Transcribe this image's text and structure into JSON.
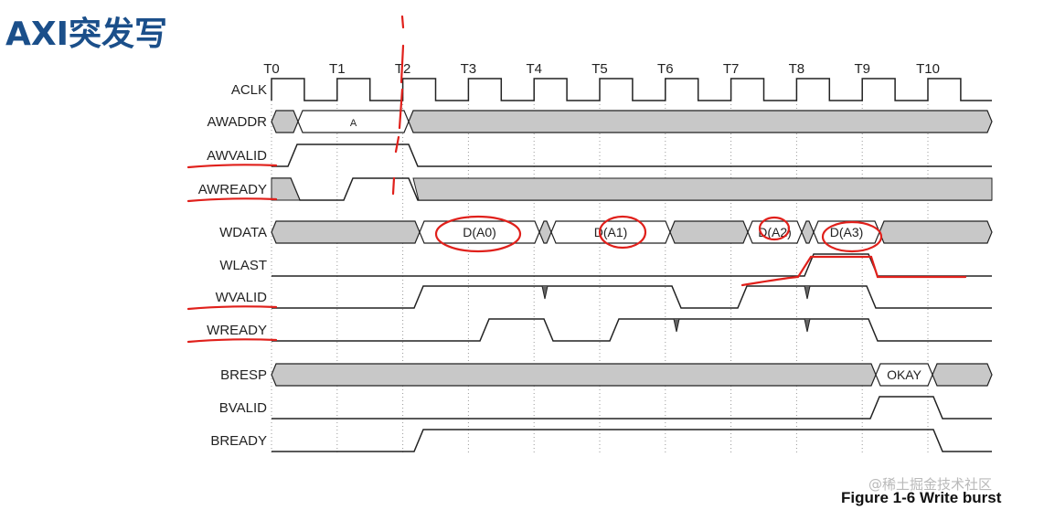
{
  "title": "AXI突发写",
  "caption": "Figure 1-6 Write burst",
  "watermark": "@稀土掘金技术社区",
  "clock_labels": [
    "T0",
    "T1",
    "T2",
    "T3",
    "T4",
    "T5",
    "T6",
    "T7",
    "T8",
    "T9",
    "T10"
  ],
  "signals": [
    {
      "name": "ACLK",
      "annotated": false
    },
    {
      "name": "AWADDR",
      "annotated": false
    },
    {
      "name": "AWVALID",
      "annotated": true
    },
    {
      "name": "AWREADY",
      "annotated": true
    },
    {
      "name": "WDATA",
      "annotated": false
    },
    {
      "name": "WLAST",
      "annotated": false
    },
    {
      "name": "WVALID",
      "annotated": true
    },
    {
      "name": "WREADY",
      "annotated": true
    },
    {
      "name": "BRESP",
      "annotated": false
    },
    {
      "name": "BVALID",
      "annotated": false
    },
    {
      "name": "BREADY",
      "annotated": false
    }
  ],
  "bus_values": {
    "awaddr": "A",
    "wdata": [
      "D(A0)",
      "D(A1)",
      "D(A2)",
      "D(A3)"
    ],
    "bresp": "OKAY"
  },
  "colors": {
    "title": "#1b4f8a",
    "trace": "#222222",
    "bus_fill": "#c8c8c8",
    "annotation": "#e0201b"
  }
}
